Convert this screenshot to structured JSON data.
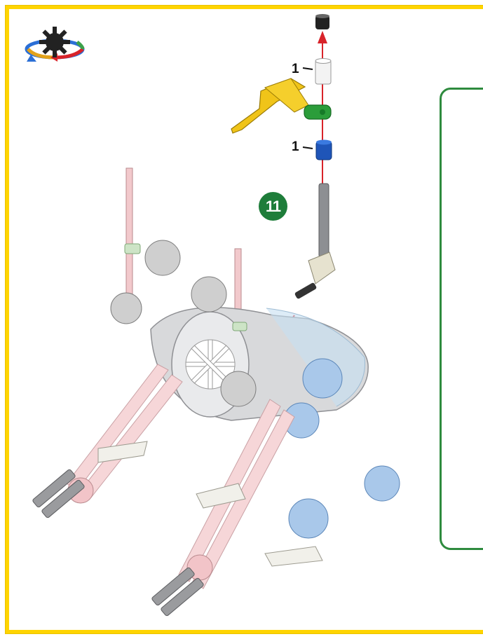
{
  "step": {
    "number": "11"
  },
  "parts": [
    {
      "quantity": "1",
      "part": "white-spacer"
    },
    {
      "quantity": "1",
      "part": "blue-spacer"
    }
  ],
  "colors": {
    "frame": "#ffd400",
    "side_panel": "#2e8b3e",
    "step_badge": "#1e7d3a",
    "arrow": "#d8232a"
  },
  "icons": [
    "rotate-model-icon",
    "connector-yellow-icon"
  ]
}
